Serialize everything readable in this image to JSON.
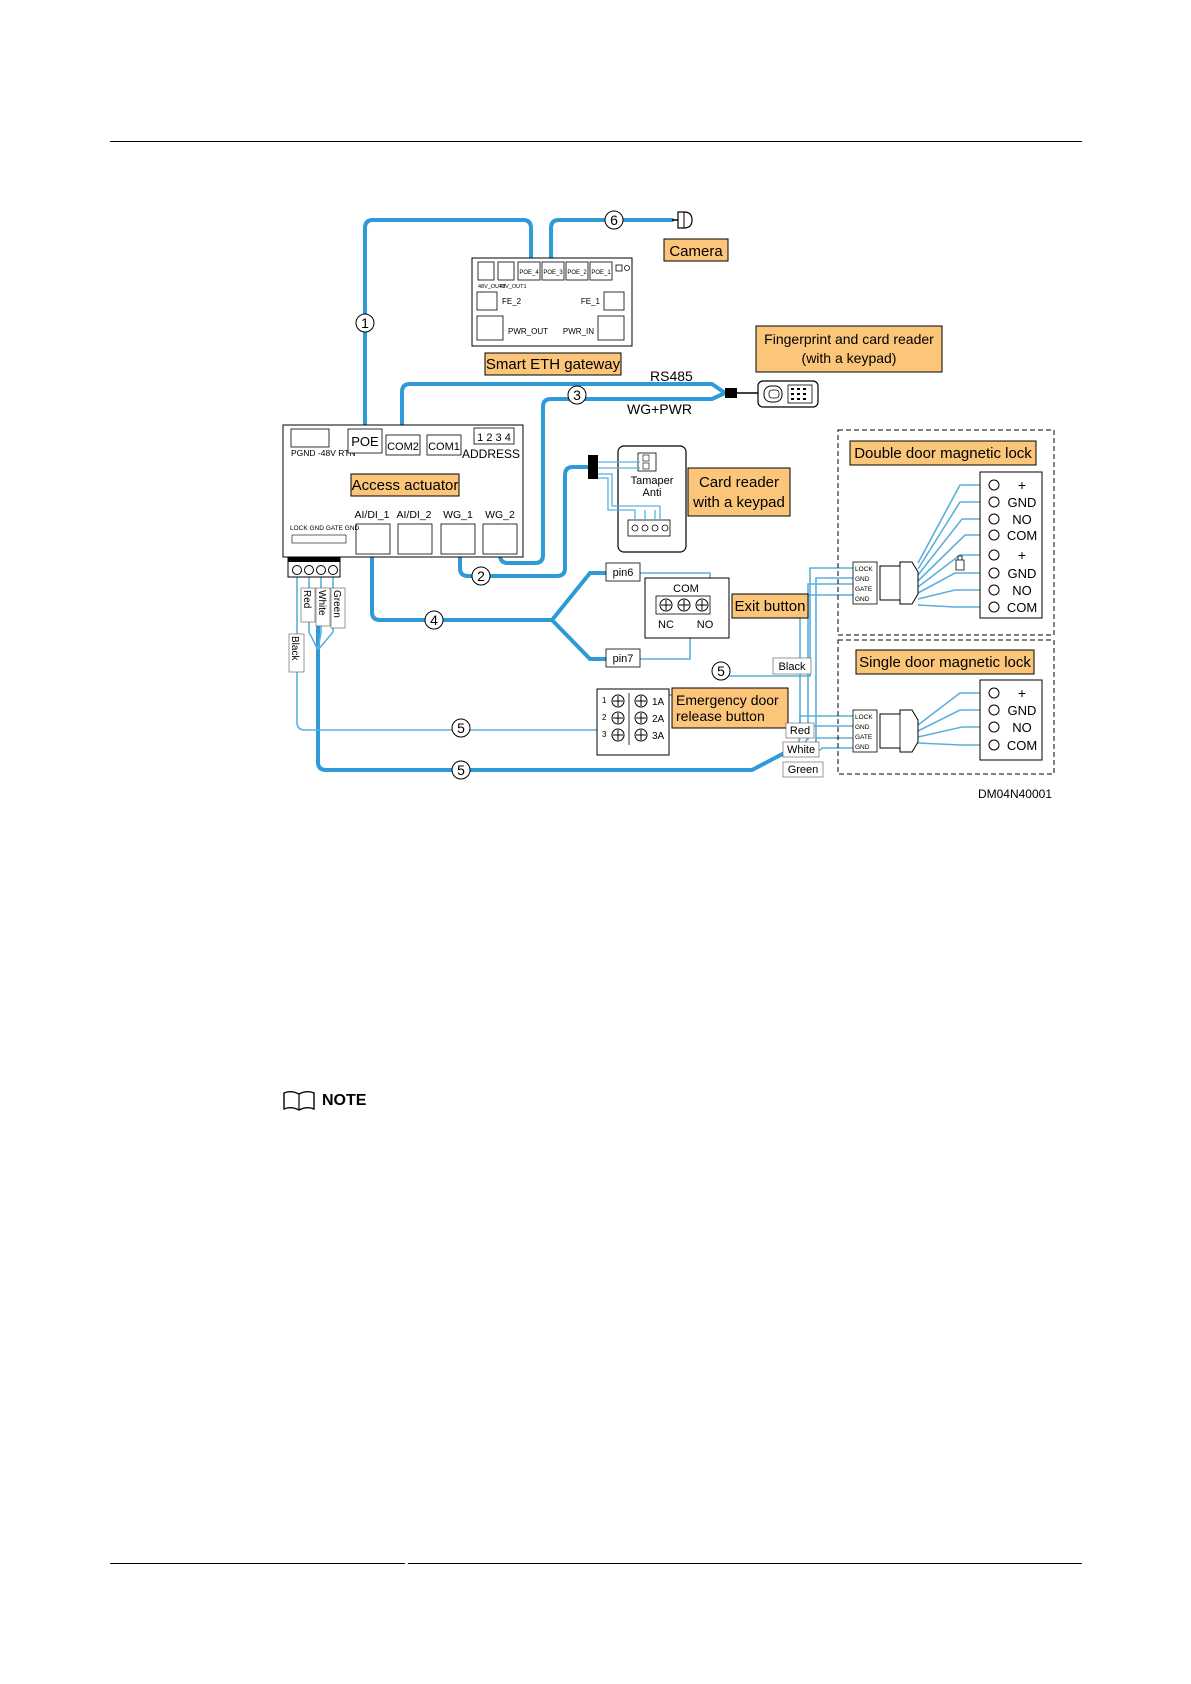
{
  "diagram": {
    "gateway": {
      "title": "Smart ETH gateway",
      "ports": [
        "POE_4",
        "POE_3",
        "POE_2",
        "POE_1"
      ],
      "out_labels": [
        "48V_OUT2",
        "48V_OUT1"
      ],
      "fe2": "FE_2",
      "fe1": "FE_1",
      "pwr_out": "PWR_OUT",
      "pwr_in": "PWR_IN"
    },
    "camera": "Camera",
    "fingerprint_reader": [
      "Fingerprint and card reader",
      "(with a keypad)"
    ],
    "signals": {
      "rs485": "RS485",
      "wg_pwr": "WG+PWR"
    },
    "actuator": {
      "title": "Access actuator",
      "power_label": "PGND -48V RTN",
      "poe": "POE",
      "com2": "COM2",
      "com1": "COM1",
      "address_digits": "1 2 3 4",
      "address": "ADDRESS",
      "ai1": "AI/DI_1",
      "ai2": "AI/DI_2",
      "wg1": "WG_1",
      "wg2": "WG_2",
      "terminal_labels": "LOCK GND GATE GND"
    },
    "card_reader": {
      "title": [
        "Card reader",
        "with a keypad"
      ],
      "tamper": [
        "Tamaper",
        "Anti"
      ]
    },
    "exit_button": {
      "title": "Exit button",
      "com": "COM",
      "nc": "NC",
      "no": "NO",
      "pin6": "pin6",
      "pin7": "pin7"
    },
    "emergency": {
      "title": [
        "Emergency door",
        "release button"
      ],
      "left_pins": [
        "1",
        "2",
        "3"
      ],
      "right_pins": [
        "1A",
        "2A",
        "3A"
      ]
    },
    "wire_colors": {
      "red": "Red",
      "white": "White",
      "green": "Green",
      "black": "Black"
    },
    "double_lock": {
      "title": "Double door magnetic lock",
      "terminals": [
        "+",
        "GND",
        "NO",
        "COM",
        "+",
        "GND",
        "NO",
        "COM"
      ]
    },
    "single_lock": {
      "title": "Single door magnetic lock",
      "terminals": [
        "+",
        "GND",
        "NO",
        "COM"
      ]
    },
    "connector_labels": [
      "LOCK",
      "GND",
      "GATE",
      "GND"
    ],
    "callouts": {
      "c1": "1",
      "c2": "2",
      "c3": "3",
      "c4": "4",
      "c5": "5",
      "c6": "6"
    },
    "figure_id": "DM04N40001"
  },
  "note": {
    "label": "NOTE"
  },
  "colors": {
    "cable": "#2f9bd6",
    "label_fill": "#fbc57a",
    "wire": "#5ab0dc"
  }
}
